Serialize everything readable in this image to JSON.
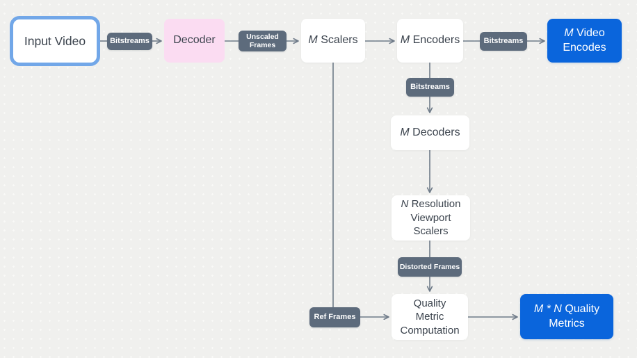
{
  "nodes": {
    "input_video": {
      "text": "Input Video"
    },
    "decoder": {
      "text": "Decoder"
    },
    "m_scalers": {
      "var": "M",
      "text": "Scalers"
    },
    "m_encoders": {
      "var": "M",
      "text": "Encoders"
    },
    "m_video_encodes": {
      "var": "M",
      "text": "Video Encodes"
    },
    "m_decoders": {
      "var": "M",
      "text": "Decoders"
    },
    "n_viewport_scalers": {
      "var": "N",
      "text": "Resolution Viewport Scalers"
    },
    "quality_metric_computation": {
      "text": "Quality Metric Computation"
    },
    "mn_quality_metrics": {
      "var": "M * N",
      "text": "Quality Metrics"
    }
  },
  "edge_labels": {
    "bitstreams_1": "Bitstreams",
    "unscaled_frames": "Unscaled Frames",
    "bitstreams_2": "Bitstreams",
    "bitstreams_3": "Bitstreams",
    "distorted_frames": "Distorted Frames",
    "ref_frames": "Ref Frames"
  },
  "colors": {
    "background": "#f0f0ee",
    "dot": "#f9f9f7",
    "accent_blue": "#0a65dc",
    "highlight_border": "#72a7e8",
    "decoder_pink": "#fbdcf2",
    "label_gray": "#5d6b7c",
    "connector_gray": "#6e7a88",
    "text_dark": "#3b434d"
  }
}
